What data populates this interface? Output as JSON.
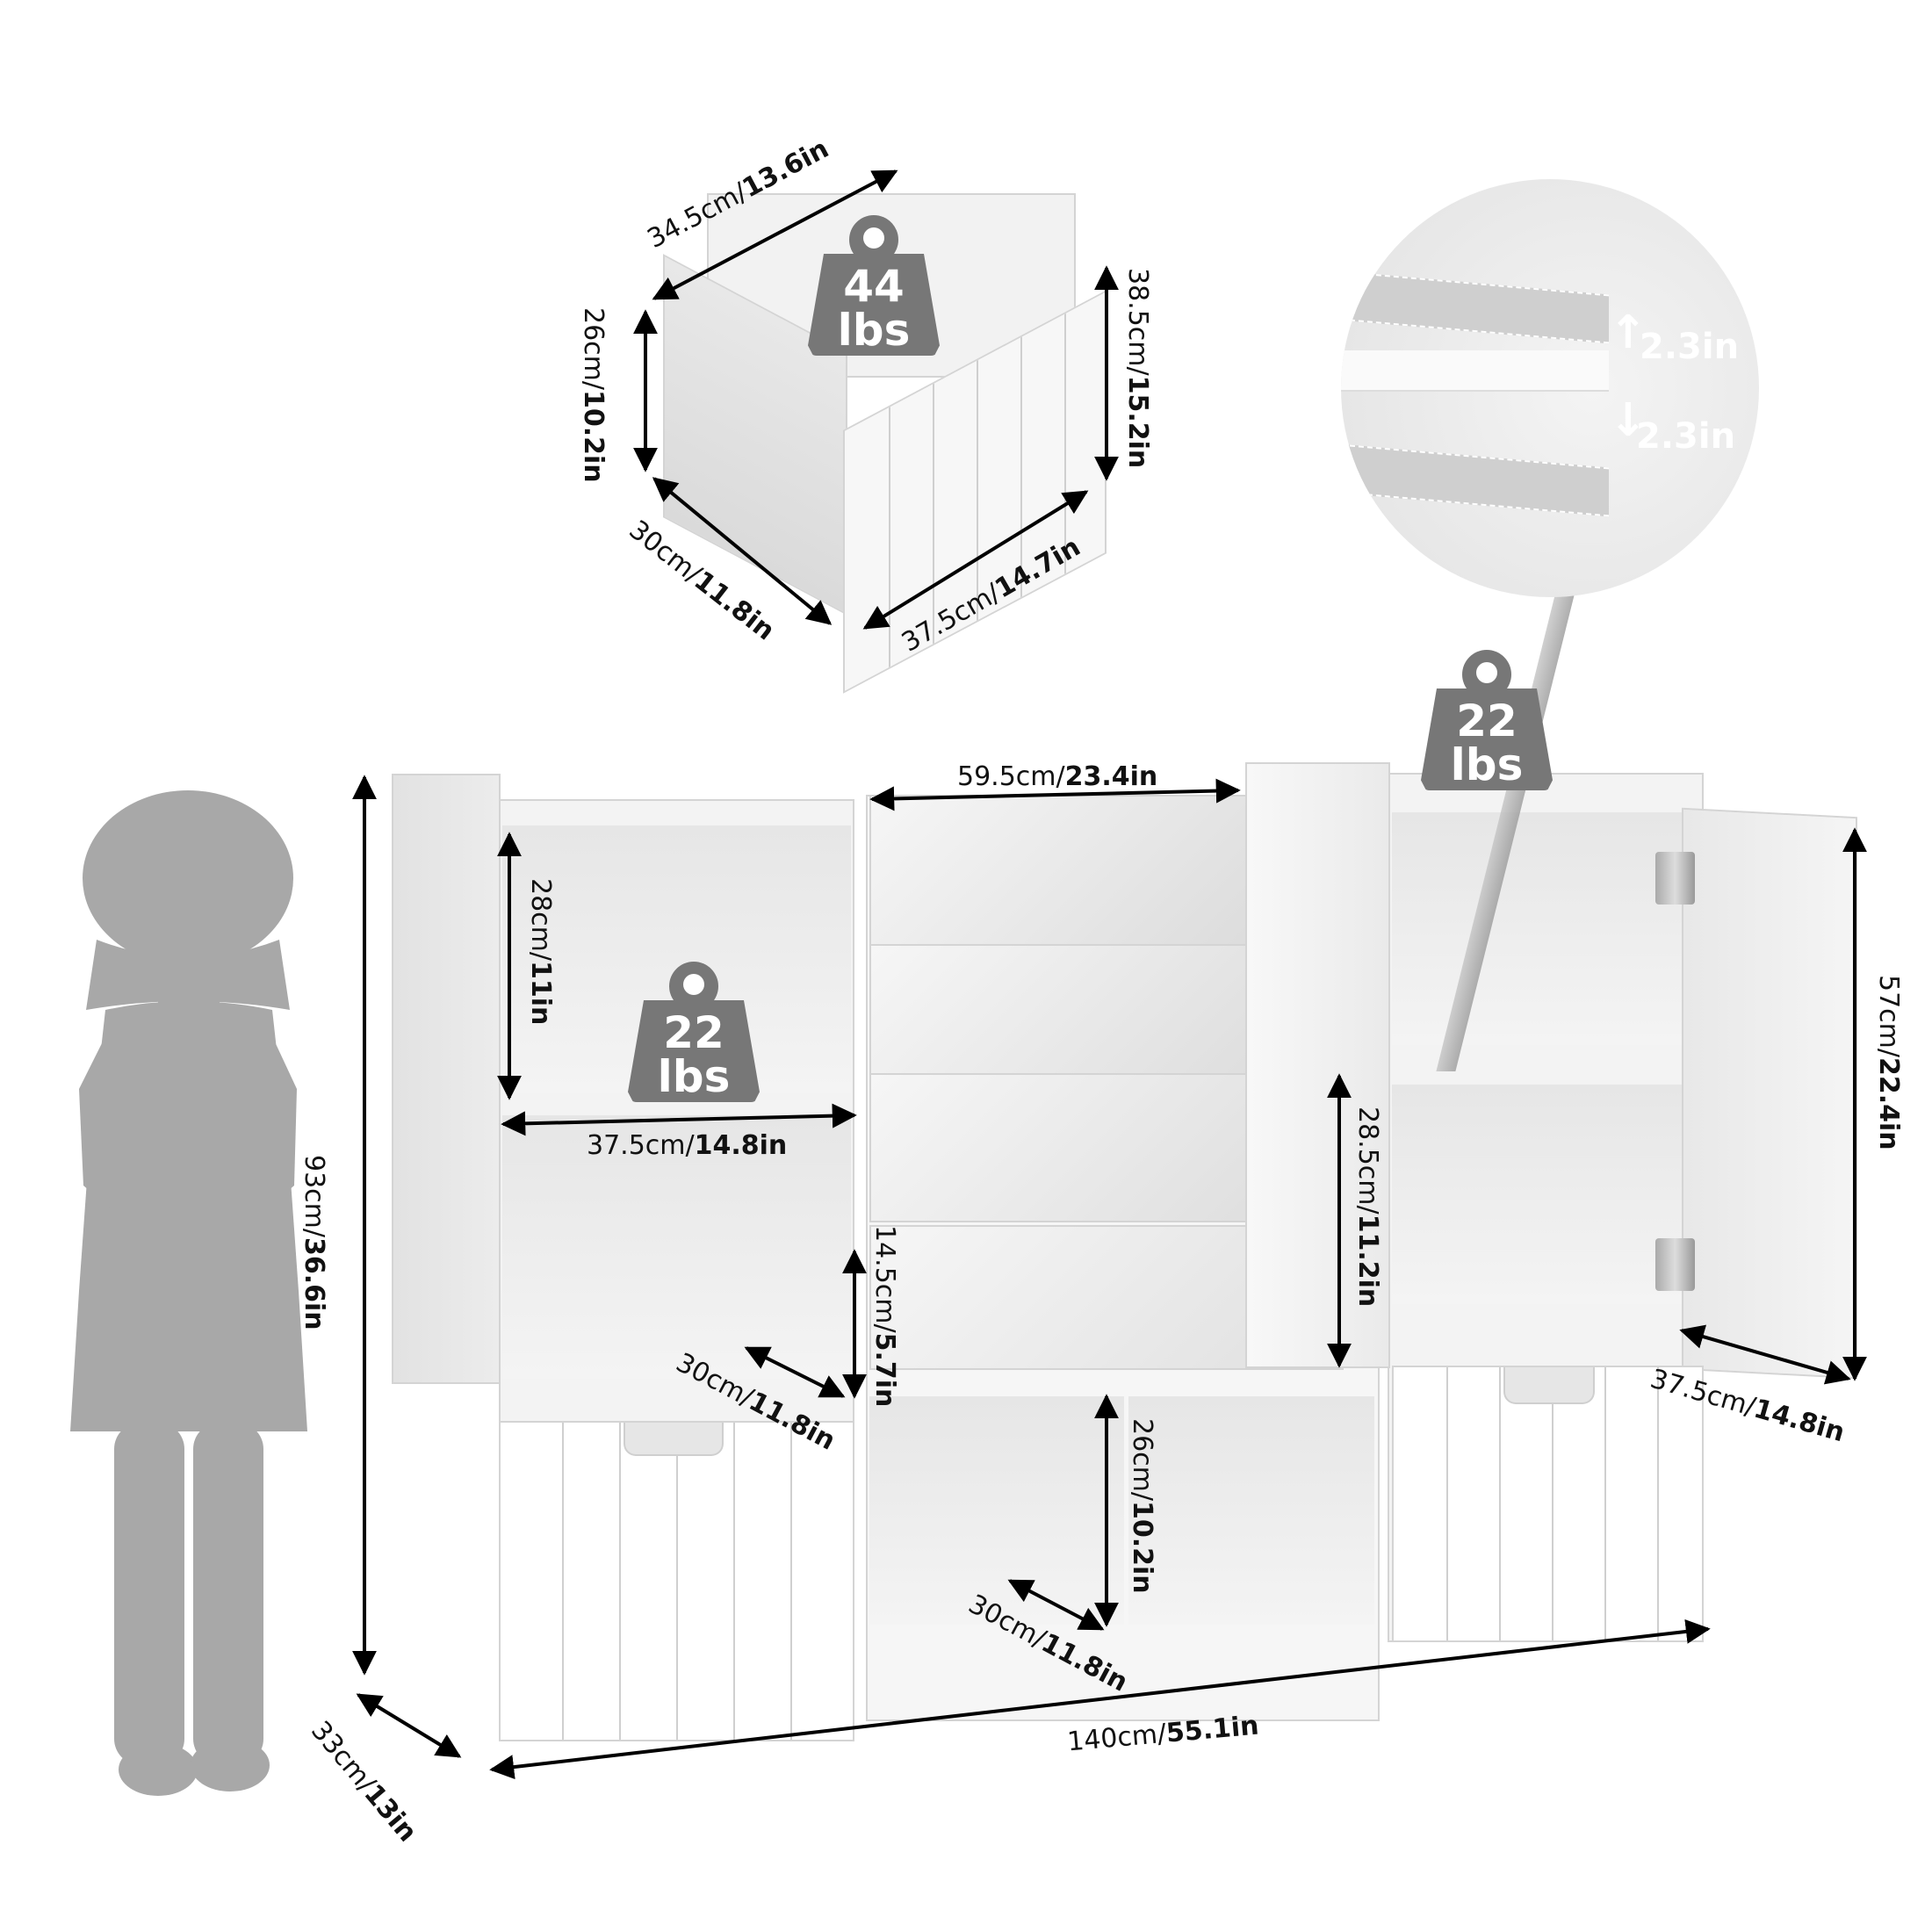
{
  "drawer": {
    "weight": {
      "value": "44",
      "unit": "lbs"
    },
    "dims": {
      "depth_top": {
        "cm": "34.5cm/",
        "in": "13.6in"
      },
      "height_left": {
        "cm": "26cm/",
        "in": "10.2in"
      },
      "depth_bottom": {
        "cm": "30cm/",
        "in": "11.8in"
      },
      "width_front": {
        "cm": "37.5cm/",
        "in": "14.7in"
      },
      "height_right": {
        "cm": "38.5cm/",
        "in": "15.2in"
      }
    }
  },
  "detail_circle": {
    "up": "2.3in",
    "down": "2.3in"
  },
  "cabinet": {
    "total_height": {
      "cm": "93cm/",
      "in": "36.6in"
    },
    "total_width": {
      "cm": "140cm/",
      "in": "55.1in"
    },
    "total_depth": {
      "cm": "33cm/",
      "in": "13in"
    },
    "left_cube_height": {
      "cm": "28cm/",
      "in": "11in"
    },
    "left_cube_width": {
      "cm": "37.5cm/",
      "in": "14.8in"
    },
    "left_cube_weight": {
      "value": "22",
      "unit": "lbs"
    },
    "left_lower_depth": {
      "cm": "30cm/",
      "in": "11.8in"
    },
    "sling_gap": {
      "cm": "14.5cm/",
      "in": "5.7in"
    },
    "sling_width": {
      "cm": "59.5cm/",
      "in": "23.4in"
    },
    "sling_height": {
      "cm": "28.5cm/",
      "in": "11.2in"
    },
    "bottom_cube_height": {
      "cm": "26cm/",
      "in": "10.2in"
    },
    "bottom_cube_depth": {
      "cm": "30cm/",
      "in": "11.8in"
    },
    "right_door_height": {
      "cm": "57cm/",
      "in": "22.4in"
    },
    "right_door_width": {
      "cm": "37.5cm/",
      "in": "14.8in"
    },
    "right_top_weight": {
      "value": "22",
      "unit": "lbs"
    }
  },
  "colors": {
    "silhouette": "#a8a8a8",
    "weight_badge": "#777777",
    "arrow": "#000000"
  }
}
